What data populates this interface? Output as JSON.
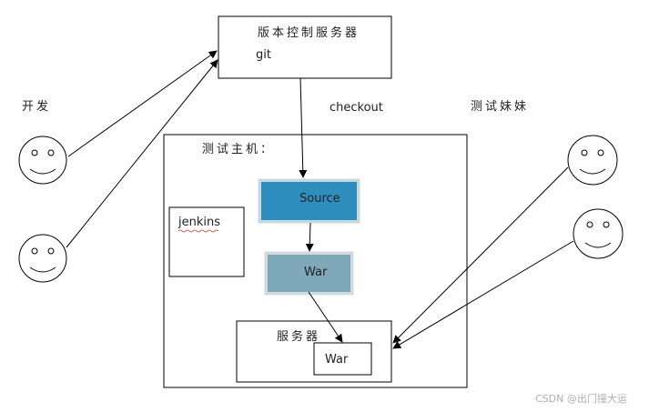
{
  "version_server": {
    "title": "版本控制服务器",
    "tool": "git"
  },
  "edge_label": "checkout",
  "developers": {
    "label": "开发"
  },
  "testers": {
    "label": "测试妹妹"
  },
  "test_host": {
    "label": "测试主机：",
    "jenkins": "jenkins",
    "source": "Source",
    "war": "War",
    "server": {
      "title": "服务器",
      "war": "War"
    }
  },
  "colors": {
    "source_fill": "#2e8fbe",
    "source_border": "#c8d8e0",
    "war_fill": "#7fa9b8",
    "war_border": "#d0dadf",
    "stroke": "#000000"
  },
  "watermark": "CSDN @出门撞大运"
}
